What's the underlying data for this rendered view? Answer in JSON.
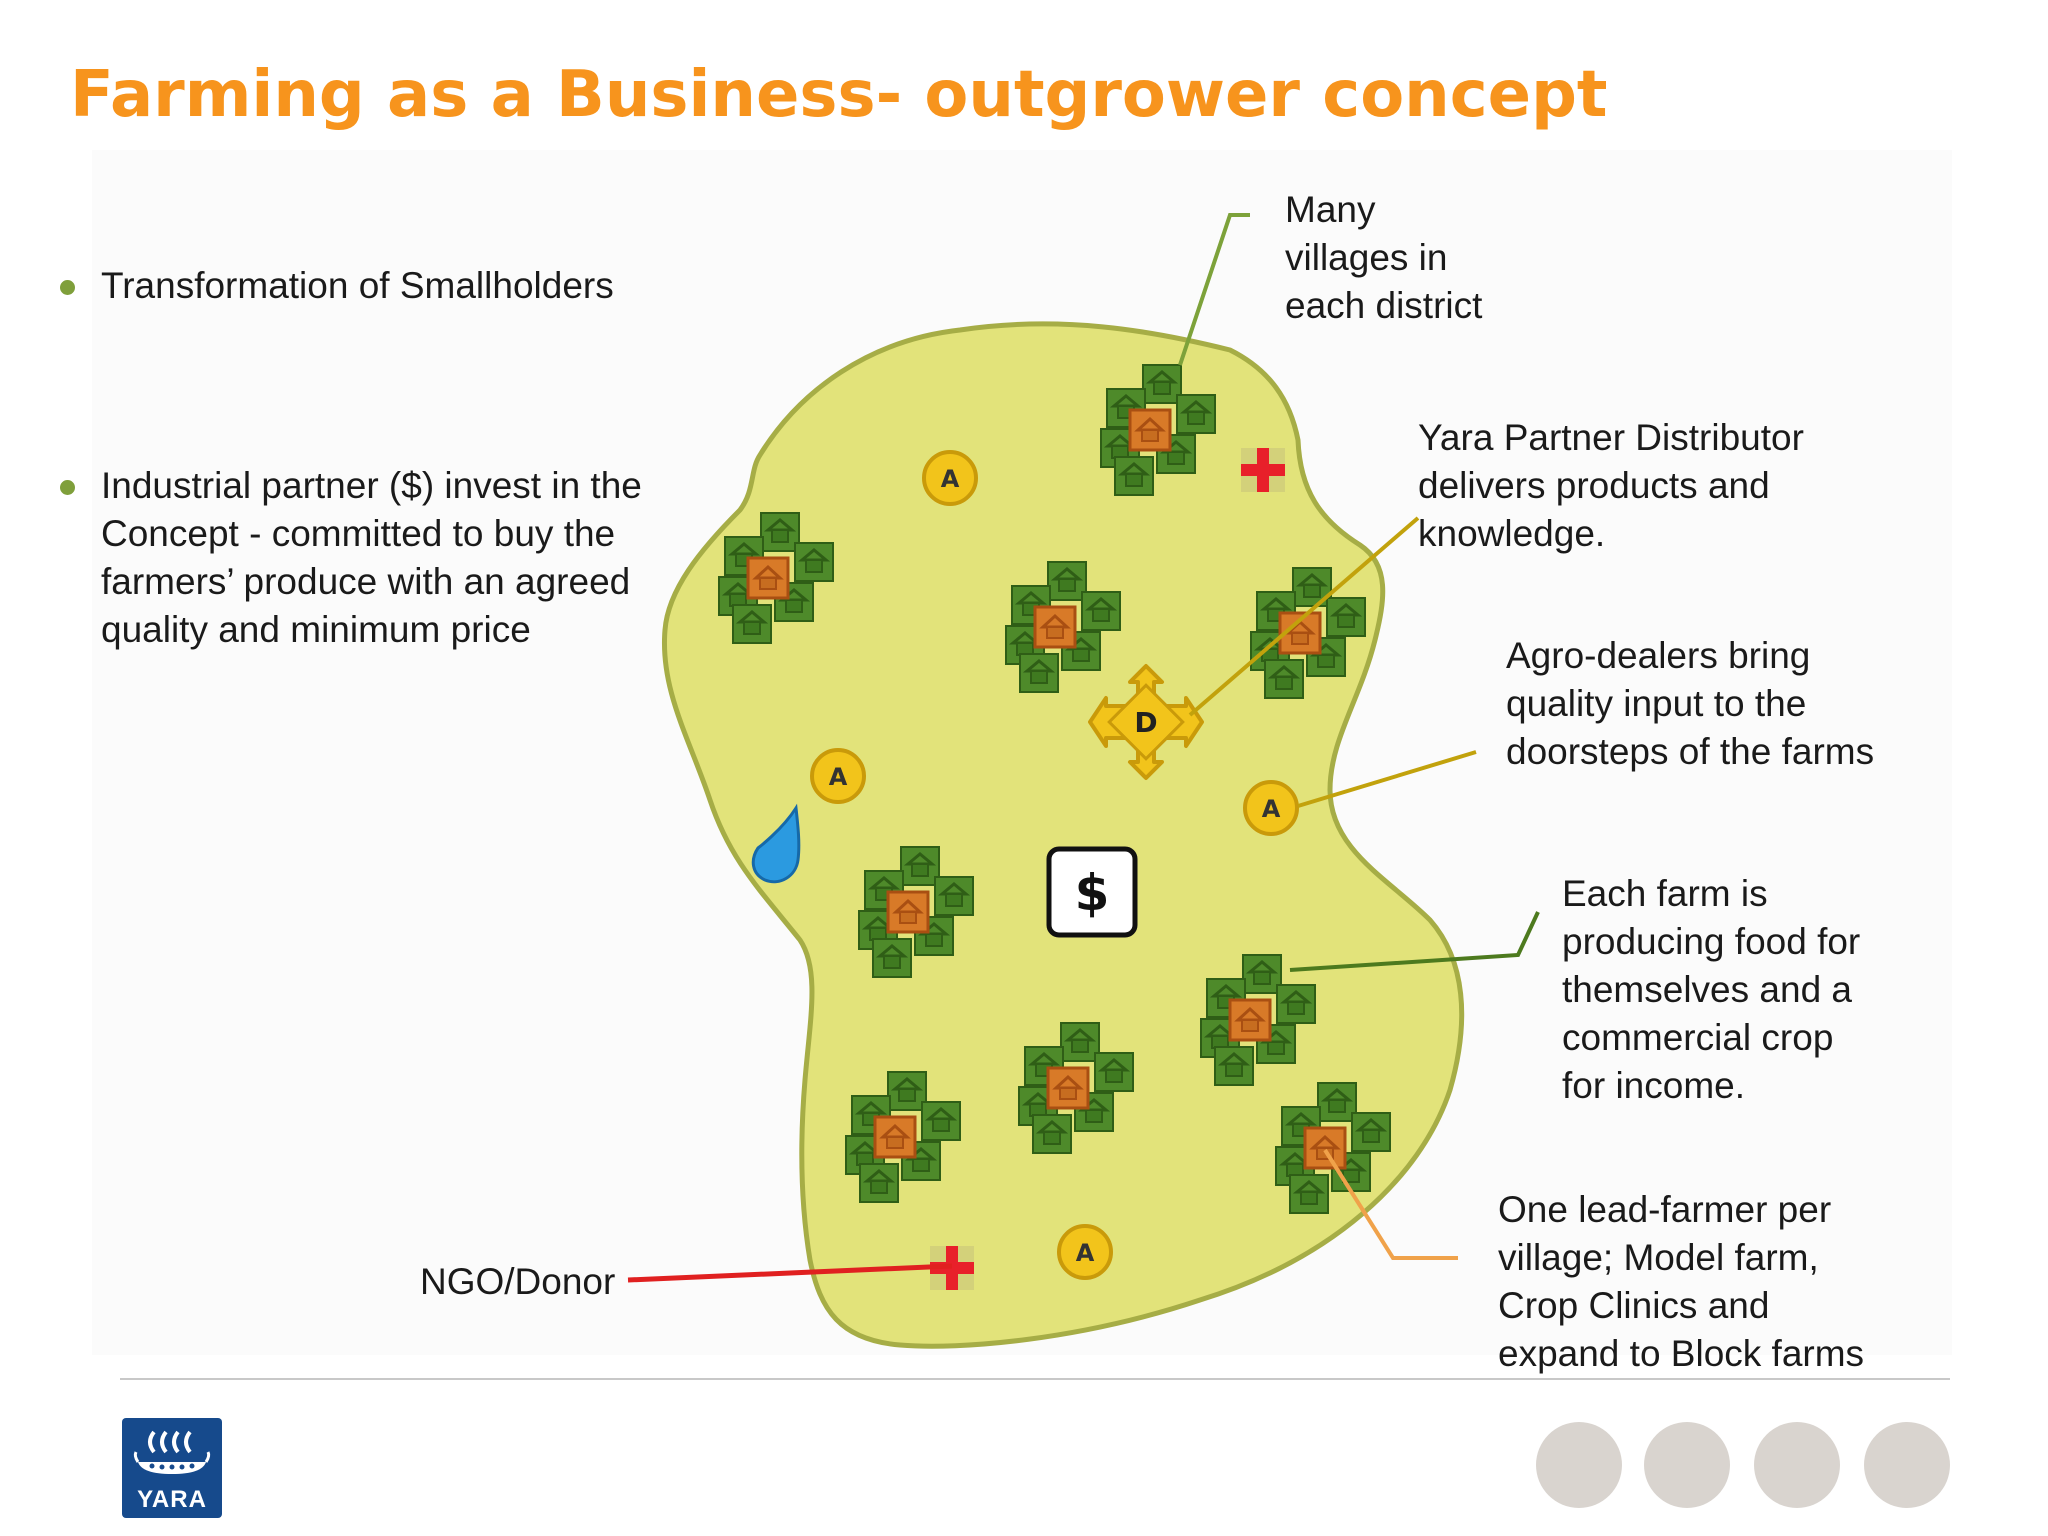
{
  "title": "Farming as a Business- outgrower concept",
  "bullets": [
    "Transformation of Smallholders",
    "Industrial partner ($) invest in the Concept - committed to buy the farmers’ produce with an agreed quality and minimum price"
  ],
  "callouts": {
    "villages": "Many\nvillages in\neach district",
    "distributor": "Yara Partner Distributor\ndelivers products and\nknowledge.",
    "agro_dealers": "Agro-dealers bring\nquality input to the\ndoorsteps of the farms",
    "each_farm": "Each farm is\nproducing food for\nthemselves and a\ncommercial crop\nfor income.",
    "lead_farmer": "One lead-farmer per\nvillage; Model farm,\nCrop Clinics and\nexpand to Block farms",
    "ngo": "NGO/Donor"
  },
  "map_labels": {
    "agro_dealer_letter": "A",
    "distributor_letter": "D",
    "investor_symbol": "$"
  },
  "logo": {
    "text": "YARA"
  },
  "colors": {
    "title": "#f7941d",
    "map_fill": "#e2e37a",
    "map_stroke": "#a6ad46",
    "farm_green": "#4e8a2a",
    "farm_orange": "#d87a28",
    "agro_badge": "#f2c41b",
    "ngo_cross": "#e8202a",
    "water": "#2b9ae0",
    "line_villages": "#7da23a",
    "line_distributor": "#c2a20c",
    "line_farm": "#4d7a1e",
    "line_lead": "#f0a24a",
    "line_ngo": "#e02020",
    "logo_blue": "#164a8c"
  }
}
